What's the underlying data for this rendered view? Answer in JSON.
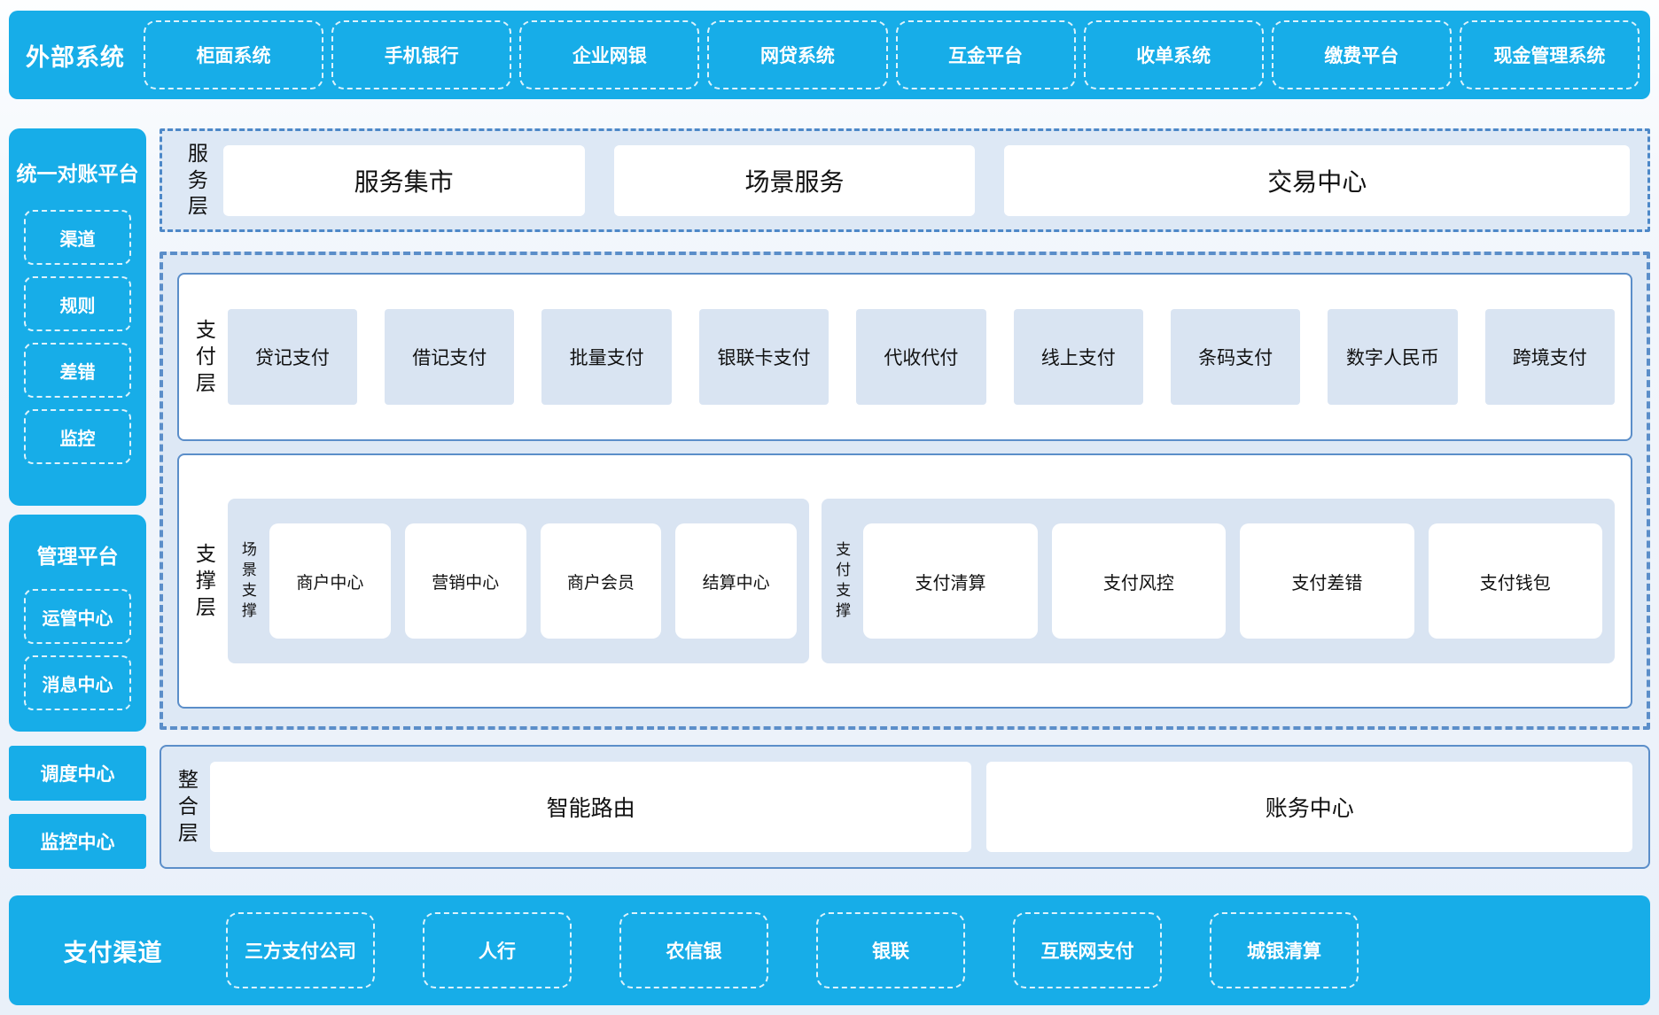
{
  "colors": {
    "bar_blue": "#17ade8",
    "light_blue_fill": "#dde8f5",
    "item_blue_fill": "#d9e4f2",
    "steel_border": "#5b8ec9",
    "white": "#ffffff",
    "text_dark": "#111111"
  },
  "top_bar": {
    "title": "外部系统",
    "items": [
      "柜面系统",
      "手机银行",
      "企业网银",
      "网贷系统",
      "互金平台",
      "收单系统",
      "缴费平台",
      "现金管理系统"
    ]
  },
  "sidebar": {
    "panels": [
      {
        "title": "统一对账平台",
        "items": [
          "渠道",
          "规则",
          "差错",
          "监控"
        ]
      },
      {
        "title": "管理平台",
        "items": [
          "运管中心",
          "消息中心"
        ]
      }
    ],
    "solo_boxes": [
      "调度中心",
      "监控中心"
    ]
  },
  "service_layer": {
    "label": "服务层",
    "items": [
      "服务集市",
      "场景服务",
      "交易中心"
    ]
  },
  "payment_layer": {
    "label": "支付层",
    "items": [
      "贷记支付",
      "借记支付",
      "批量支付",
      "银联卡支付",
      "代收代付",
      "线上支付",
      "条码支付",
      "数字人民币",
      "跨境支付"
    ]
  },
  "support_layer": {
    "label": "支撑层",
    "groups": [
      {
        "label": "场景支撑",
        "items": [
          "商户中心",
          "营销中心",
          "商户会员",
          "结算中心"
        ]
      },
      {
        "label": "支付支撑",
        "items": [
          "支付清算",
          "支付风控",
          "支付差错",
          "支付钱包"
        ]
      }
    ]
  },
  "integration_layer": {
    "label": "整合层",
    "items": [
      "智能路由",
      "账务中心"
    ]
  },
  "bottom_bar": {
    "title": "支付渠道",
    "items": [
      "三方支付公司",
      "人行",
      "农信银",
      "银联",
      "互联网支付",
      "城银清算"
    ]
  }
}
